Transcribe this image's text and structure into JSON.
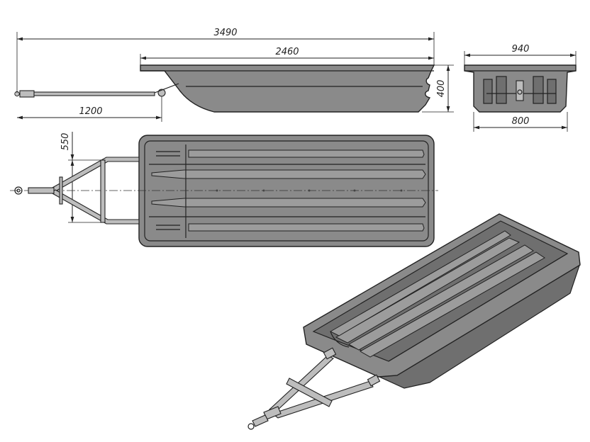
{
  "dimensions": {
    "overall_length": "3490",
    "body_length": "2460",
    "drawbar_length": "1200",
    "height": "400",
    "width_outer": "940",
    "width_inner": "800",
    "hitch_width": "550"
  }
}
